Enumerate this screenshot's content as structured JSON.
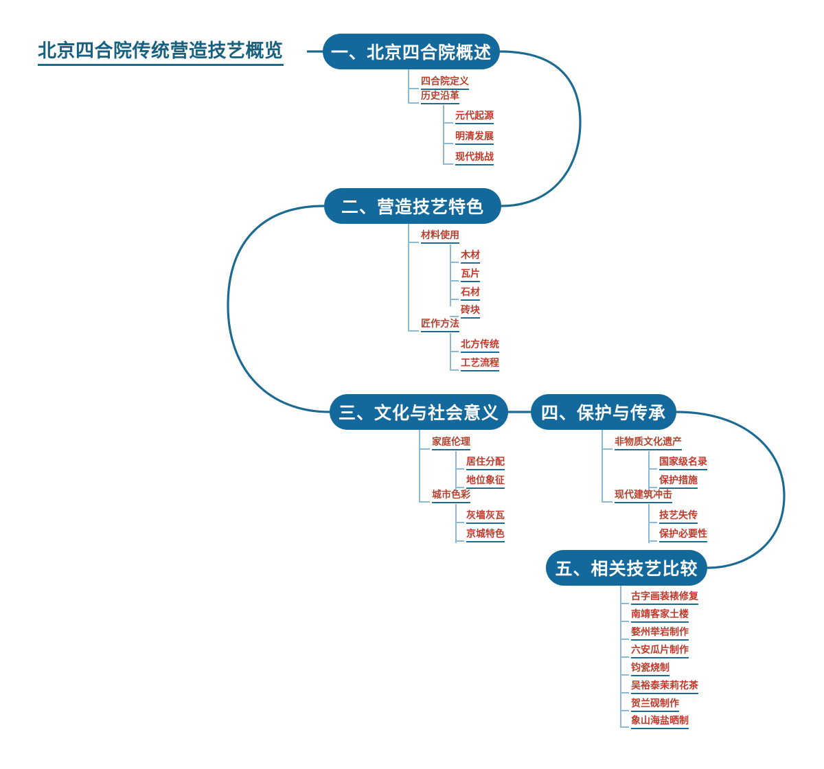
{
  "document": {
    "type": "mindmap",
    "background_color": "#ffffff",
    "node_color": "#14699c",
    "branch_color": "#1b6a92",
    "connector_color": "#8ab9d6",
    "leaf_text_color": "#c0392b",
    "root_text_color": "#18607f"
  },
  "root": {
    "label": "北京四合院传统营造技艺概览"
  },
  "branches": [
    {
      "id": "branch-1",
      "label": "一、北京四合院概述",
      "children": [
        {
          "label": "四合院定义",
          "children": []
        },
        {
          "label": "历史沿革",
          "children": [
            {
              "label": "元代起源"
            },
            {
              "label": "明清发展"
            },
            {
              "label": "现代挑战"
            }
          ]
        }
      ]
    },
    {
      "id": "branch-2",
      "label": "二、营造技艺特色",
      "children": [
        {
          "label": "材料使用",
          "children": [
            {
              "label": "木材"
            },
            {
              "label": "瓦片"
            },
            {
              "label": "石材"
            },
            {
              "label": "砖块"
            }
          ]
        },
        {
          "label": "匠作方法",
          "children": [
            {
              "label": "北方传统"
            },
            {
              "label": "工艺流程"
            }
          ]
        }
      ]
    },
    {
      "id": "branch-3",
      "label": "三、文化与社会意义",
      "children": [
        {
          "label": "家庭伦理",
          "children": [
            {
              "label": "居住分配"
            },
            {
              "label": "地位象征"
            }
          ]
        },
        {
          "label": "城市色彩",
          "children": [
            {
              "label": "灰墙灰瓦"
            },
            {
              "label": "京城特色"
            }
          ]
        }
      ]
    },
    {
      "id": "branch-4",
      "label": "四、保护与传承",
      "children": [
        {
          "label": "非物质文化遗产",
          "children": [
            {
              "label": "国家级名录"
            },
            {
              "label": "保护措施"
            }
          ]
        },
        {
          "label": "现代建筑冲击",
          "children": [
            {
              "label": "技艺失传"
            },
            {
              "label": "保护必要性"
            }
          ]
        }
      ]
    },
    {
      "id": "branch-5",
      "label": "五、相关技艺比较",
      "children": [
        {
          "label": "古字画装裱修复"
        },
        {
          "label": "南靖客家土楼"
        },
        {
          "label": "婺州举岩制作"
        },
        {
          "label": "六安瓜片制作"
        },
        {
          "label": "钧瓷烧制"
        },
        {
          "label": "吴裕泰茉莉花茶"
        },
        {
          "label": "贺兰砚制作"
        },
        {
          "label": "象山海盐晒制"
        }
      ]
    }
  ]
}
